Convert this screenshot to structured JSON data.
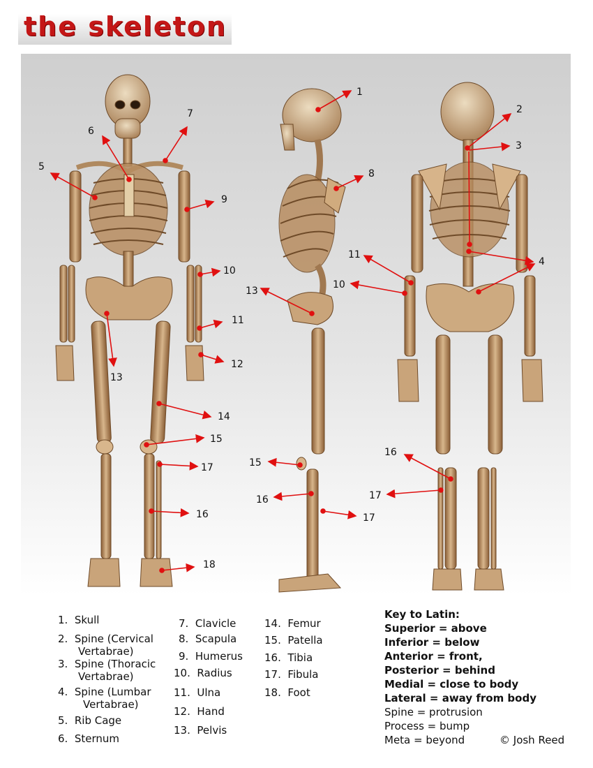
{
  "header": {
    "title": "the skeleton"
  },
  "markers": [
    "1",
    "2",
    "3",
    "4",
    "5",
    "6",
    "7",
    "8",
    "9",
    "10",
    "11",
    "12",
    "13",
    "14",
    "15",
    "16",
    "17",
    "18"
  ],
  "legend": [
    {
      "num": "1.",
      "name": "Skull"
    },
    {
      "num": "2.",
      "name": "Spine (Cervical",
      "name2": "Vertabrae)"
    },
    {
      "num": "3.",
      "name": "Spine (Thoracic",
      "name2": "Vertabrae)"
    },
    {
      "num": "4.",
      "name": "Spine (Lumbar",
      "name2": "Vertabrae)"
    },
    {
      "num": "5.",
      "name": "Rib Cage"
    },
    {
      "num": "6.",
      "name": "Sternum"
    },
    {
      "num": "7.",
      "name": "Clavicle"
    },
    {
      "num": "8.",
      "name": "Scapula"
    },
    {
      "num": "9.",
      "name": "Humerus"
    },
    {
      "num": "10.",
      "name": "Radius"
    },
    {
      "num": "11.",
      "name": "Ulna"
    },
    {
      "num": "12.",
      "name": "Hand"
    },
    {
      "num": "13.",
      "name": "Pelvis"
    },
    {
      "num": "14.",
      "name": "Femur"
    },
    {
      "num": "15.",
      "name": "Patella"
    },
    {
      "num": "16.",
      "name": "Tibia"
    },
    {
      "num": "17.",
      "name": "Fibula"
    },
    {
      "num": "18.",
      "name": "Foot"
    }
  ],
  "key": {
    "title": "Key to Latin:",
    "bold_lines": [
      "Superior = above",
      "Inferior = below",
      "Anterior = front,",
      "Posterior = behind",
      "Medial = close to body",
      "Lateral = away from body"
    ],
    "normal_lines": [
      "Spine = protrusion",
      "Process = bump",
      "Meta = beyond"
    ]
  },
  "credit": "© Josh Reed",
  "colors": {
    "title": "#c41717",
    "arrow": "#e01010",
    "bone": "#c9a47a",
    "bone_dark": "#8a5e36"
  }
}
